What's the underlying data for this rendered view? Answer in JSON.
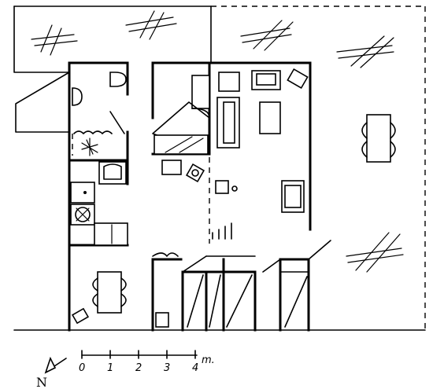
{
  "scale_bar": {
    "ticks": [
      "0",
      "1",
      "2",
      "3",
      "4"
    ],
    "unit": "m."
  },
  "north_label": "N"
}
